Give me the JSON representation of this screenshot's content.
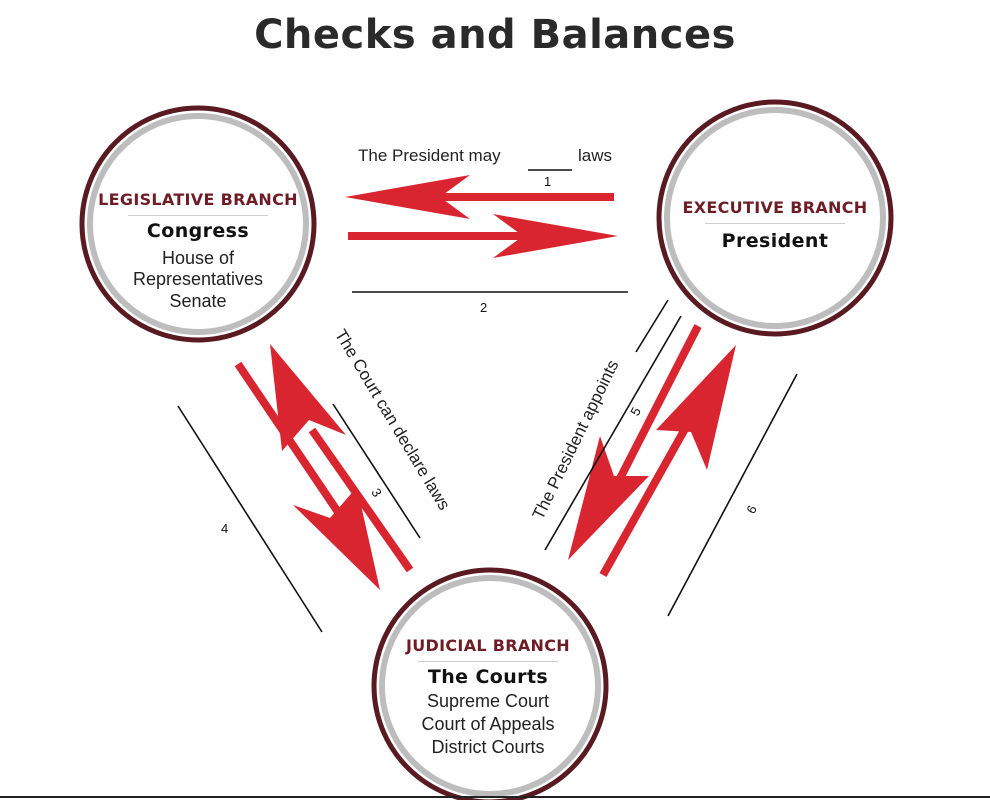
{
  "title": "Checks and Balances",
  "branches": {
    "legislative": {
      "name": "LEGISLATIVE BRANCH",
      "head": "Congress",
      "members": [
        "House of",
        "Representatives",
        "Senate"
      ]
    },
    "executive": {
      "name": "EXECUTIVE BRANCH",
      "head": "President"
    },
    "judicial": {
      "name": "JUDICIAL BRANCH",
      "head": "The Courts",
      "members": [
        "Supreme Court",
        "Court of Appeals",
        "District Courts"
      ]
    }
  },
  "labels": {
    "president_may": "The President may",
    "laws": "laws",
    "court_can_declare_laws": "The Court can declare laws",
    "president_appoints": "The President appoints"
  },
  "blank_numbers": [
    "1",
    "2",
    "3",
    "4",
    "5",
    "6"
  ],
  "colors": {
    "arrow": "#d9252f",
    "circle_border": "#5a1a22",
    "branch_label": "#6e1d26"
  }
}
